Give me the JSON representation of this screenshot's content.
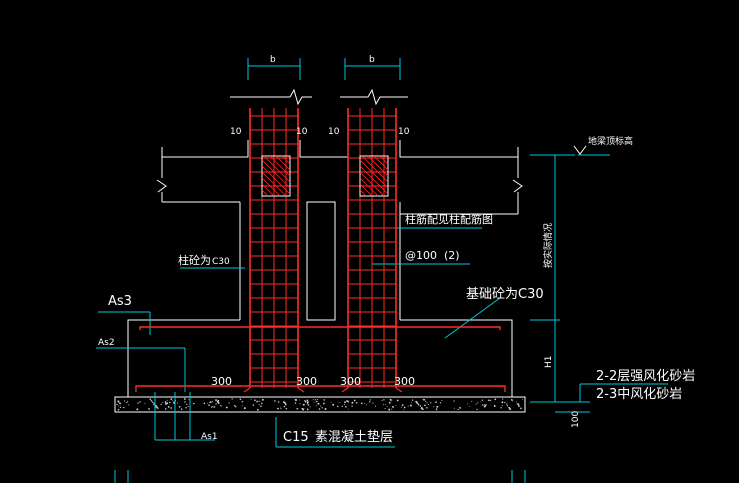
{
  "drawing": {
    "colors": {
      "background": "#000000",
      "outline": "#ffffff",
      "rebar": "#ff2a2a",
      "leader": "#00c8d8",
      "label": "#ffffff"
    },
    "labels": {
      "dim_b_left": "b",
      "dim_b_right": "b",
      "dim_10_a": "10",
      "dim_10_b": "10",
      "dim_10_c": "10",
      "dim_10_d": "10",
      "ground_level": "地梁顶标高",
      "column_concrete": "柱砼为",
      "column_concrete_grade": "C30",
      "column_rebar_note": "柱筋配见柱配筋图",
      "stirrup_spacing": "@100",
      "stirrup_legs": "(2)",
      "as3": "As3",
      "as2": "As2",
      "as1": "As1",
      "foundation_concrete": "基础砼为C30",
      "dim_300_a": "300",
      "dim_300_b": "300",
      "dim_300_c": "300",
      "dim_300_d": "300",
      "pad_grade": "C15",
      "pad_name": "素混凝土垫层",
      "depth_label": "按实际情况",
      "h_label": "H1",
      "pad_thickness": "100",
      "rock_layer_1": "2-2层强风化砂岩",
      "rock_layer_2": "2-3中风化砂岩"
    }
  }
}
